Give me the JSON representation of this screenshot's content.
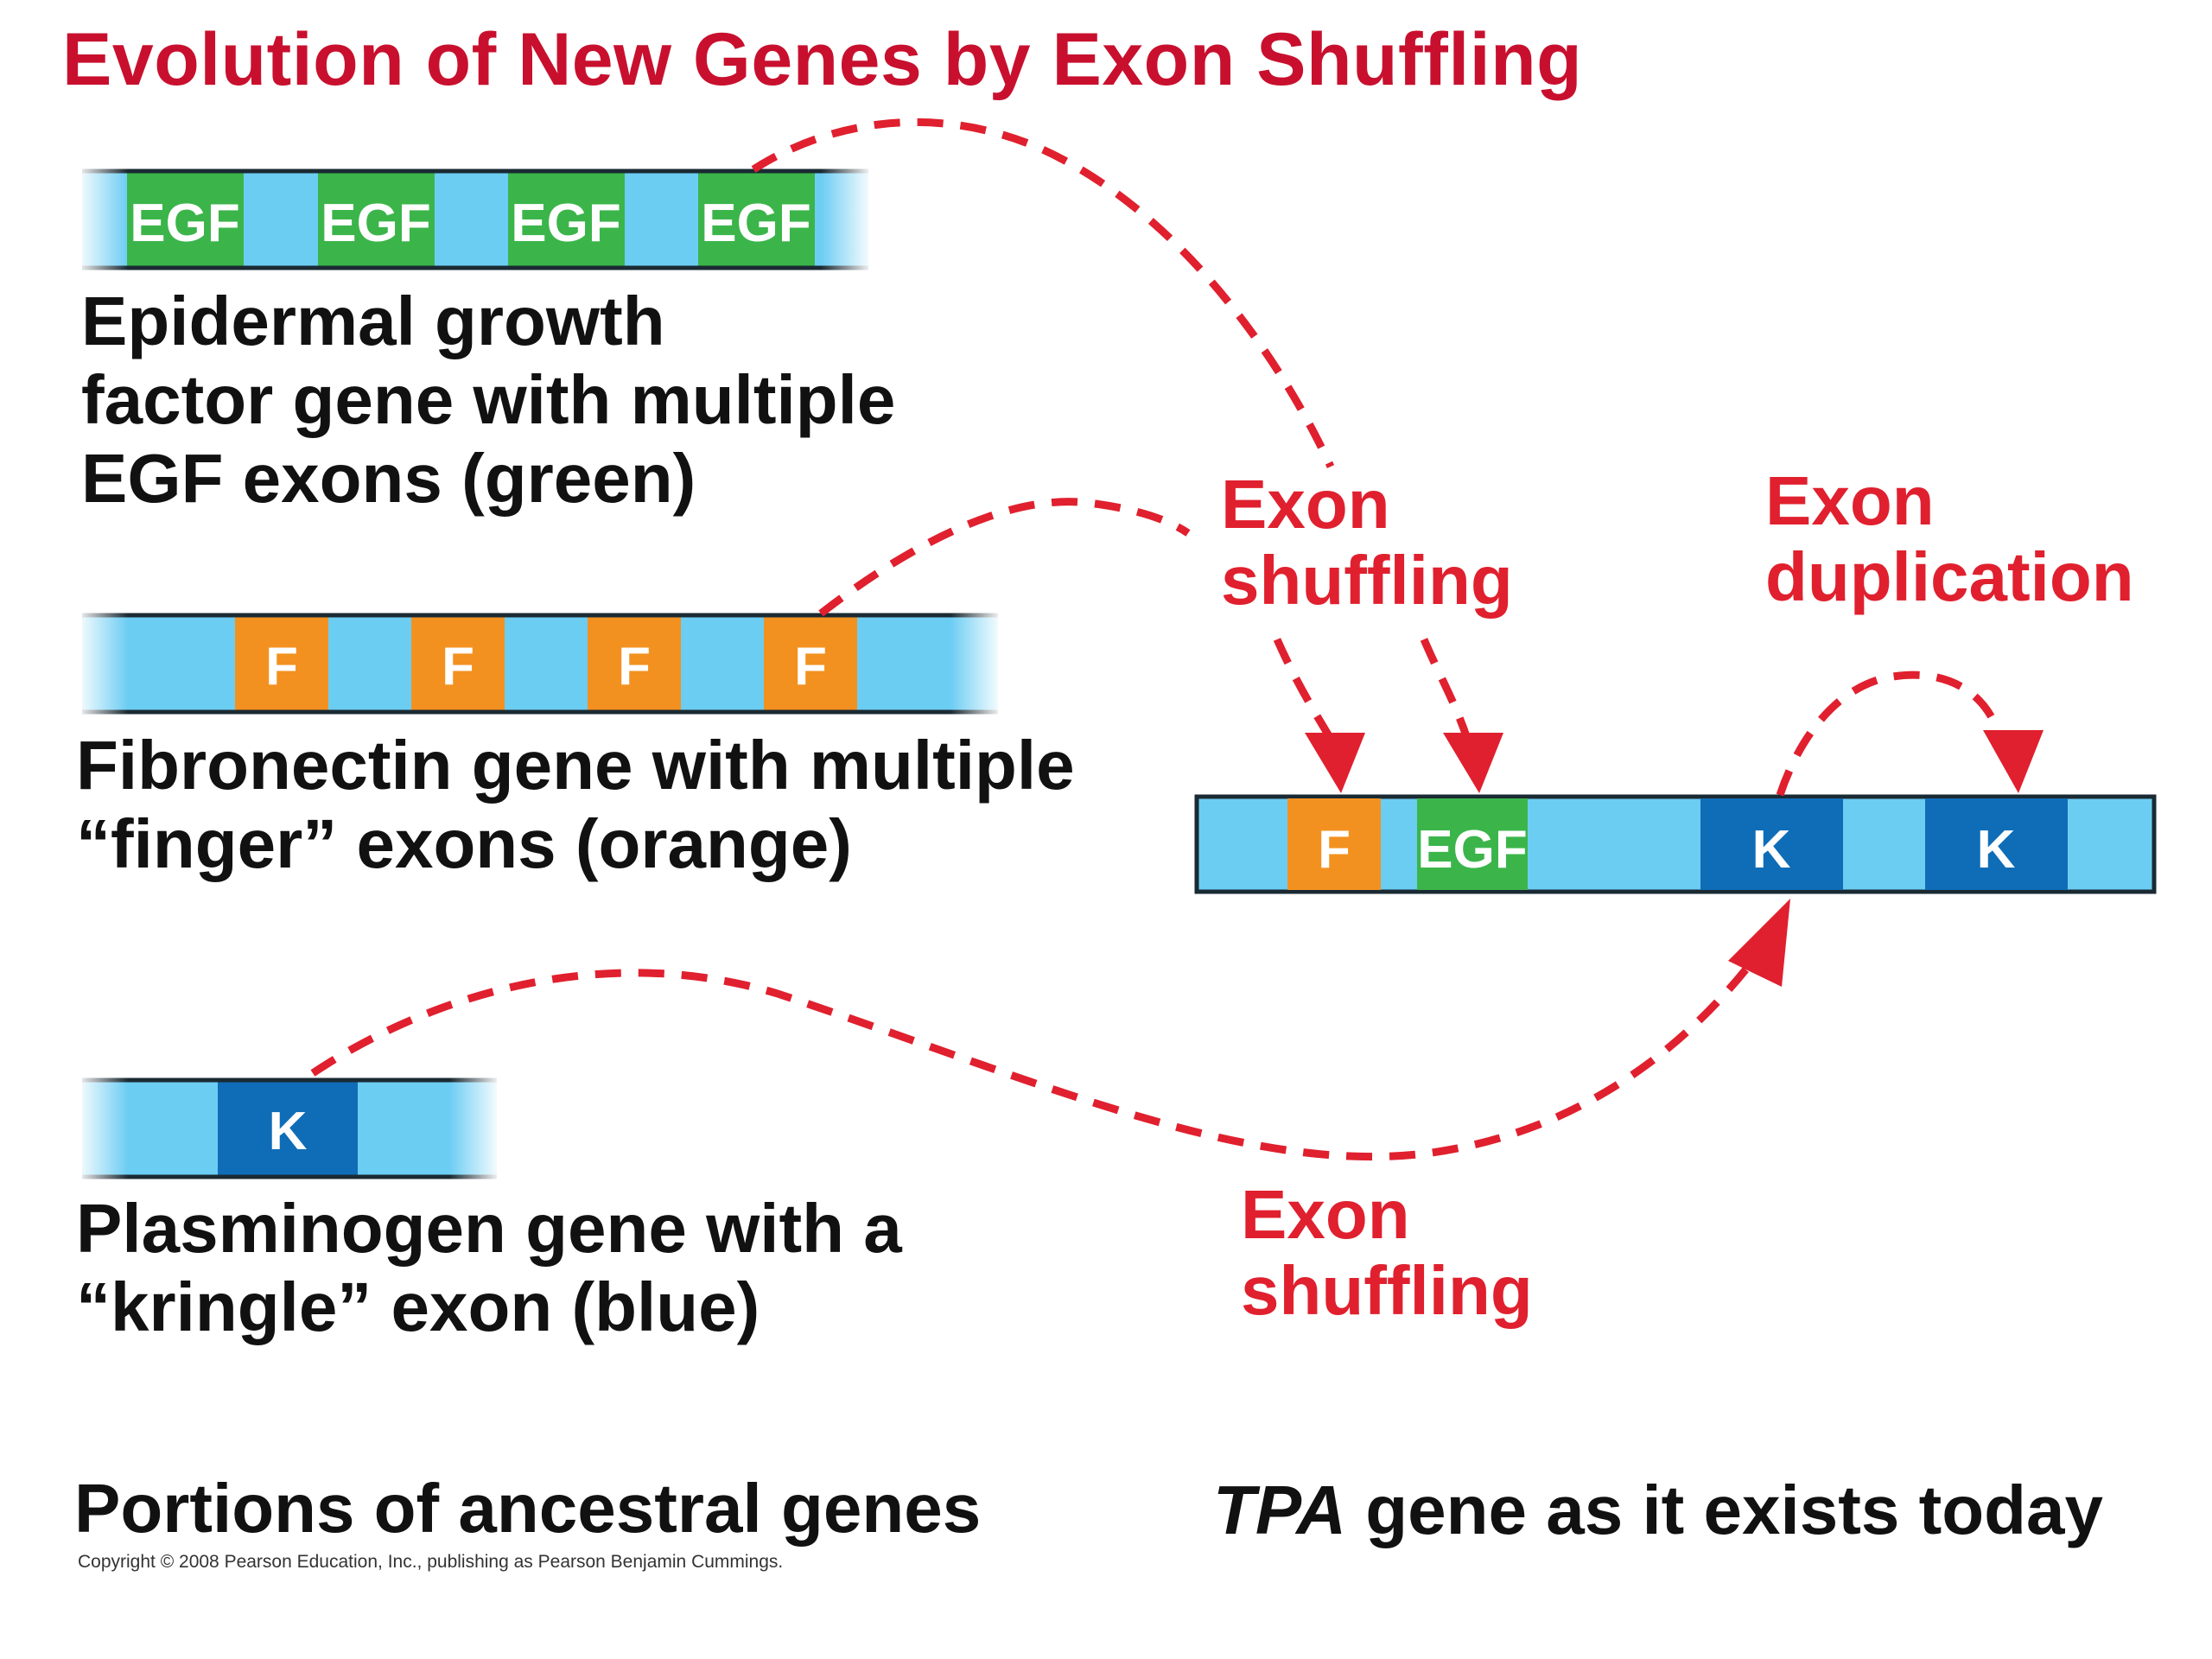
{
  "title": "Evolution of New Genes by Exon Shuffling",
  "colors": {
    "intron": "#6ccdf3",
    "egf_exon": "#3bb54a",
    "f_exon": "#f39120",
    "k_exon": "#0f6db7",
    "arrow": "#e0202e",
    "title": "#c8102e"
  },
  "genes": {
    "egf": {
      "caption": [
        "Epidermal growth",
        "factor gene with multiple",
        "EGF exons (green)"
      ],
      "exon_label": "EGF",
      "exon_count": 4
    },
    "fibronectin": {
      "caption": [
        "Fibronectin gene with multiple",
        "“finger” exons (orange)"
      ],
      "exon_label": "F",
      "exon_count": 4
    },
    "plasminogen": {
      "caption": [
        "Plasminogen gene with a",
        "“kringle” exon (blue)"
      ],
      "exon_label": "K",
      "exon_count": 1
    },
    "tpa": {
      "exons": [
        "F",
        "EGF",
        "K",
        "K"
      ]
    }
  },
  "labels": {
    "shuffling_top": [
      "Exon",
      "shuffling"
    ],
    "duplication": [
      "Exon",
      "duplication"
    ],
    "shuffling_bottom": [
      "Exon",
      "shuffling"
    ]
  },
  "footer": {
    "left": "Portions of ancestral genes",
    "right_italic": "TPA",
    "right_rest": " gene as it exists today"
  },
  "copyright": "Copyright © 2008 Pearson Education, Inc., publishing as Pearson Benjamin Cummings."
}
